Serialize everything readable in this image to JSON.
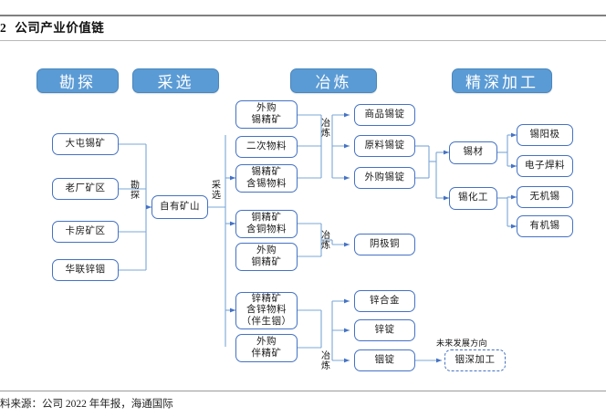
{
  "figure": {
    "number": "2",
    "title": "公司产业价值链",
    "source": "料来源：公司 2022 年年报，海通国际"
  },
  "colors": {
    "banner_fill": "#5b9bd5",
    "banner_text": "#ffffff",
    "node_border": "#4472c4",
    "connector": "#7ba7d7",
    "node_text": "#1a1a1a"
  },
  "banners": [
    {
      "label": "勘探"
    },
    {
      "label": "采选"
    },
    {
      "label": "冶炼"
    },
    {
      "label": "精深加工"
    }
  ],
  "stage_labels": [
    {
      "label": "勘探",
      "chars": [
        "勘",
        "探"
      ]
    },
    {
      "label": "采选",
      "chars": [
        "采",
        "选"
      ]
    },
    {
      "label": "冶炼",
      "chars": [
        "冶",
        "炼"
      ]
    },
    {
      "label": "冶炼",
      "chars": [
        "冶",
        "炼"
      ]
    },
    {
      "label": "冶炼",
      "chars": [
        "冶",
        "炼"
      ]
    }
  ],
  "annotation": {
    "future_direction": "未来发展方向"
  },
  "nodes": {
    "mines": [
      {
        "label": "大屯锡矿"
      },
      {
        "label": "老厂矿区"
      },
      {
        "label": "卡房矿区"
      },
      {
        "label": "华联锌铟"
      }
    ],
    "own_mine": {
      "label": "自有矿山"
    },
    "tin_feed": [
      {
        "label": "外购\n锡精矿"
      },
      {
        "label": "二次物料"
      },
      {
        "label": "锡精矿\n含锡物料"
      }
    ],
    "copper_feed": [
      {
        "label": "铜精矿\n含铜物料"
      },
      {
        "label": "外购\n铜精矿"
      }
    ],
    "zinc_feed": [
      {
        "label": "锌精矿\n含锌物料\n（伴生铟）"
      },
      {
        "label": "外购\n伴精矿"
      }
    ],
    "tin_products": [
      {
        "label": "商品锡锭"
      },
      {
        "label": "原料锡锭"
      },
      {
        "label": "外购锡锭"
      }
    ],
    "copper_products": [
      {
        "label": "阴极铜"
      }
    ],
    "zinc_products": [
      {
        "label": "锌合金"
      },
      {
        "label": "锌锭"
      },
      {
        "label": "铟锭"
      }
    ],
    "processing": [
      {
        "label": "锡材"
      },
      {
        "label": "锡化工"
      }
    ],
    "deep_products": [
      {
        "label": "锡阳极"
      },
      {
        "label": "电子焊料"
      },
      {
        "label": "无机锡"
      },
      {
        "label": "有机锡"
      }
    ],
    "future": {
      "label": "铟深加工"
    }
  }
}
